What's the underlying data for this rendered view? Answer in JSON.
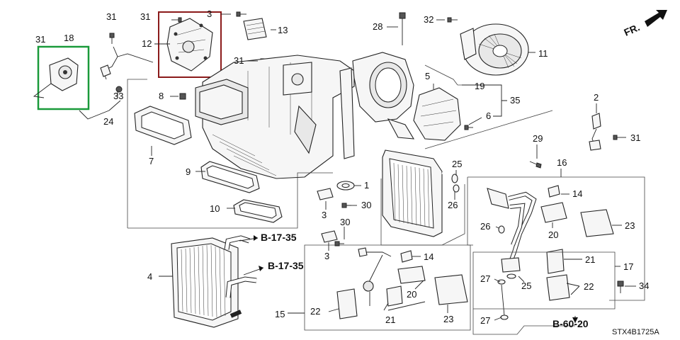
{
  "direction_label": "FR.",
  "diagram_code": "STX4B1725A",
  "references": [
    {
      "id": "ref-upper",
      "text": "B-17-35"
    },
    {
      "id": "ref-lower",
      "text": "B-17-35"
    },
    {
      "id": "ref-bottom",
      "text": "B-60-20"
    }
  ],
  "callouts": {
    "c31a": "31",
    "c18": "18",
    "c31b": "31",
    "c12": "12",
    "c3a": "3",
    "c13": "13",
    "c31c": "31",
    "c28": "28",
    "c32": "32",
    "c11": "11",
    "c31d": "31",
    "c33": "33",
    "c24": "24",
    "c8": "8",
    "c5": "5",
    "c19": "19",
    "c35": "35",
    "c6": "6",
    "c2": "2",
    "c31e": "31",
    "c7": "7",
    "c9": "9",
    "c1": "1",
    "c29": "29",
    "c25a": "25",
    "c16": "16",
    "c14a": "14",
    "c10": "10",
    "c3b": "3",
    "c30a": "30",
    "c26a": "26",
    "c20a": "20",
    "c23a": "23",
    "c30b": "30",
    "c26b": "26",
    "c3c": "3",
    "c14b": "14",
    "c21a": "21",
    "c17": "17",
    "c4": "4",
    "c27a": "27",
    "c25b": "25",
    "c22a": "22",
    "c34": "34",
    "c20b": "20",
    "c23b": "23",
    "c22b": "22",
    "c21b": "21",
    "c15": "15",
    "c27b": "27"
  },
  "highlights": [
    {
      "id": "hl-18",
      "color": "#1a9a3a"
    },
    {
      "id": "hl-12",
      "color": "#8b1a1a"
    }
  ]
}
